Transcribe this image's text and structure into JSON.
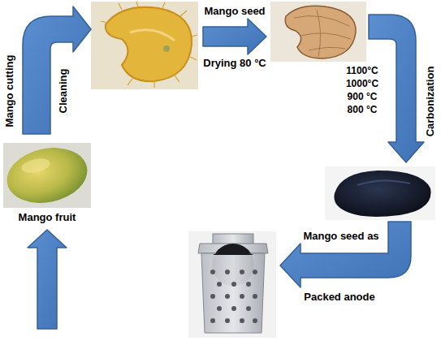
{
  "diagram": {
    "labels": [
      "Mango cutting",
      "Cleaning",
      "Mango seed",
      "Drying 80 °C",
      "1100°C",
      "1000°C",
      "900 °C",
      "800 °C",
      "Carbonization",
      "Mango fruit",
      "Mango seed as",
      "Packed anode"
    ]
  }
}
